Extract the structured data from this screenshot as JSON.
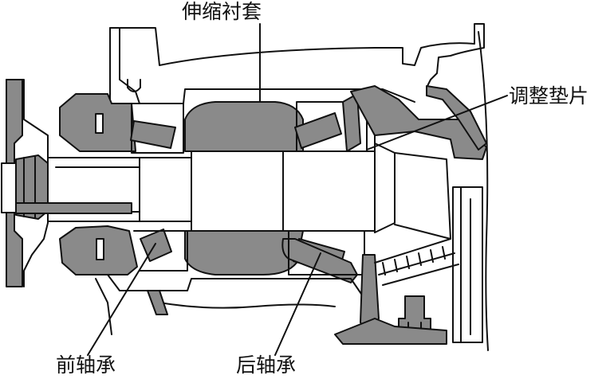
{
  "labels": {
    "telescopic_sleeve": "伸缩衬套",
    "adjusting_shim": "调整垫片",
    "front_bearing": "前轴承",
    "rear_bearing": "后轴承"
  },
  "colors": {
    "ink": "#111111",
    "section_fill": "#8a8a8a",
    "paper": "#ffffff"
  }
}
